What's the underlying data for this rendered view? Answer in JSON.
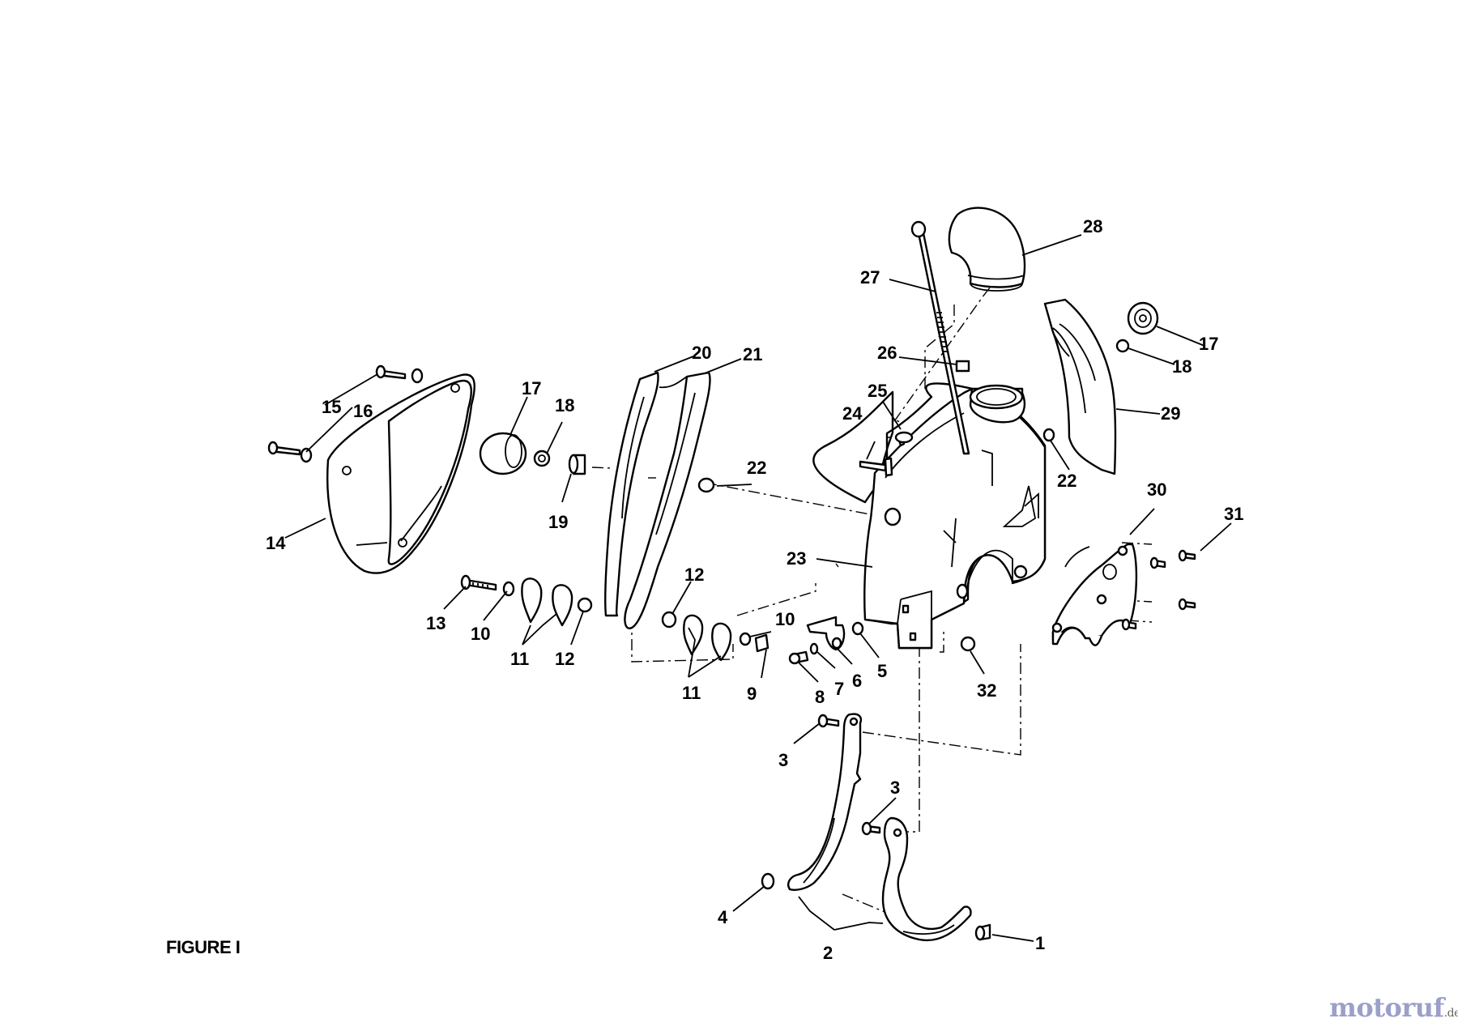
{
  "figure_label": "FIGURE I",
  "watermark": {
    "brand": "motoruf",
    "tld": ".de"
  },
  "callouts": [
    "1",
    "2",
    "3",
    "3",
    "4",
    "5",
    "6",
    "7",
    "8",
    "9",
    "10",
    "10",
    "11",
    "11",
    "12",
    "12",
    "13",
    "14",
    "15",
    "16",
    "17",
    "17",
    "18",
    "18",
    "19",
    "20",
    "21",
    "22",
    "22",
    "23",
    "24",
    "25",
    "26",
    "27",
    "28",
    "29",
    "30",
    "31",
    "32"
  ]
}
